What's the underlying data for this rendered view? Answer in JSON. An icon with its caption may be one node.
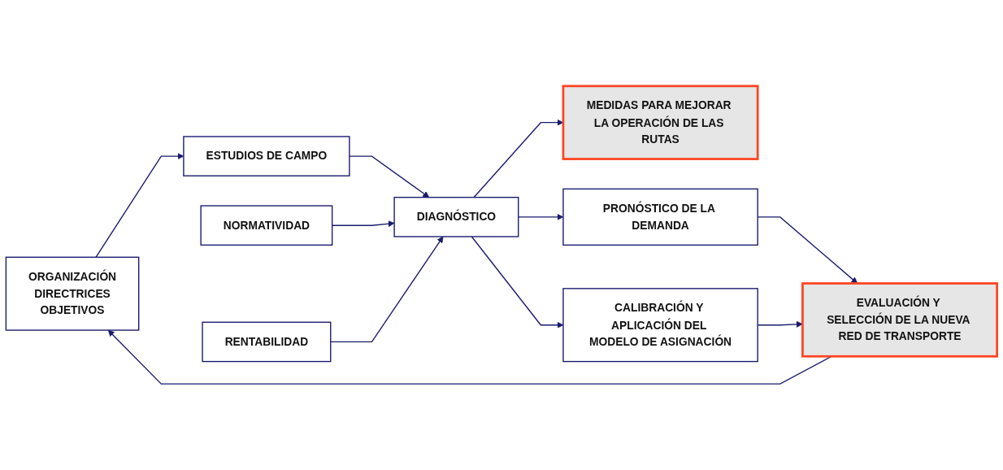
{
  "diagram": {
    "nodes": [
      {
        "text": [
          "ORGANIZACIÓN",
          "DIRECTRICES",
          "OBJETIVOS"
        ]
      },
      {
        "text": [
          "ESTUDIOS DE CAMPO"
        ]
      },
      {
        "text": [
          "NORMATIVIDAD"
        ]
      },
      {
        "text": [
          "DIAGNÓSTICO"
        ]
      },
      {
        "text": [
          "RENTABILIDAD"
        ]
      },
      {
        "text": [
          "MEDIDAS PARA MEJORAR LA OPERACIÓN DE LAS RUTAS"
        ]
      },
      {
        "text": [
          "PRONÓSTICO DE LA DEMANDA"
        ]
      },
      {
        "text": [
          "CALIBRACIÓN Y APLICACIÓN DEL MODELO DE ASIGNACIÓN"
        ]
      },
      {
        "text": [
          "EVALUACIÓN Y SELECCIÓN DE LA NUEVA RED DE TRANSPORTE"
        ]
      }
    ],
    "edges": [
      {
        "from": 0,
        "to": 1,
        "arrow": "to"
      },
      {
        "from": 1,
        "to": 3,
        "arrow": "to"
      },
      {
        "from": 2,
        "to": 3,
        "arrow": "to"
      },
      {
        "from": 4,
        "to": 3,
        "arrow": "to"
      },
      {
        "from": 3,
        "to": 5,
        "arrow": "to"
      },
      {
        "from": 3,
        "to": 6,
        "arrow": "to"
      },
      {
        "from": 3,
        "to": 7,
        "arrow": "to"
      },
      {
        "from": 6,
        "to": 8,
        "arrow": "to"
      },
      {
        "from": 7,
        "to": 8,
        "arrow": "to"
      },
      {
        "from": 8,
        "to": 0,
        "arrow": "to"
      }
    ]
  }
}
